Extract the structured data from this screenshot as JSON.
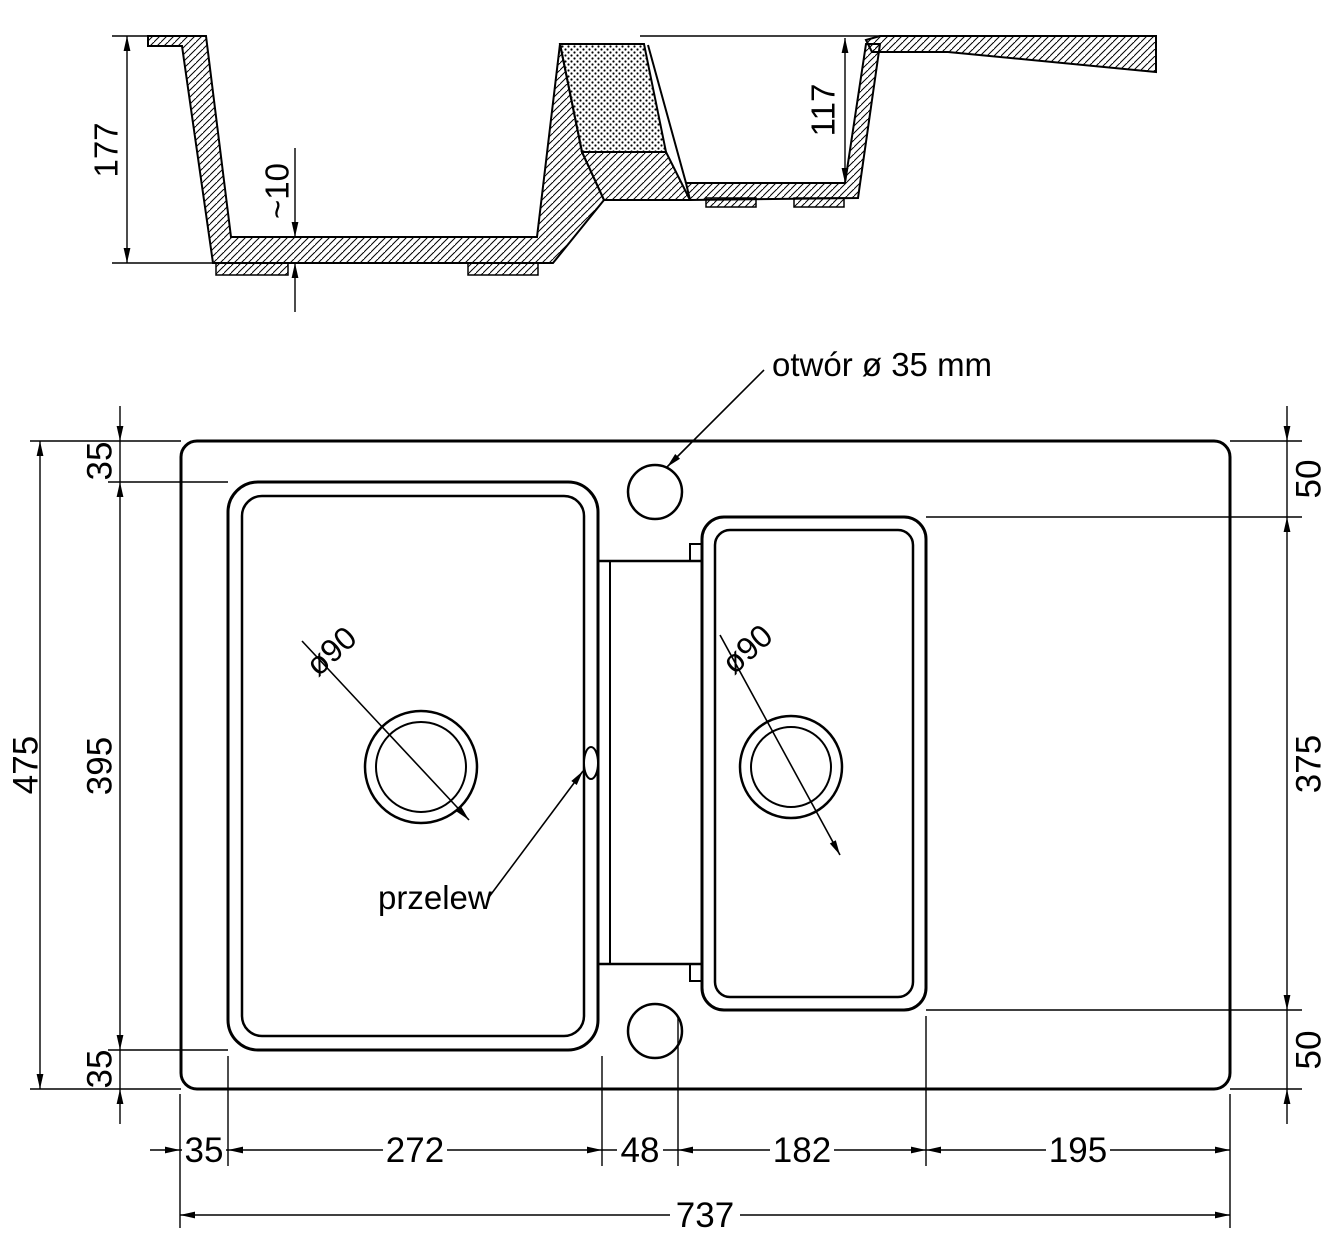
{
  "section": {
    "dim_total_depth": "177",
    "dim_bottom": "~10",
    "dim_right_depth": "117"
  },
  "plan": {
    "hole_label": "otwór ø 35 mm",
    "overflow_label": "przelew",
    "drain_left": "ø90",
    "drain_right": "ø90",
    "dim_height_total": "475",
    "dim_basin_height": "395",
    "dim_margin_top": "35",
    "dim_margin_bottom": "35",
    "dim_right_top": "50",
    "dim_right_mid": "375",
    "dim_right_bottom": "50",
    "dim_bottom_chain": [
      "35",
      "272",
      "48",
      "182",
      "195"
    ],
    "dim_width_total": "737"
  },
  "colors": {
    "line": "#000000",
    "background": "#ffffff"
  }
}
